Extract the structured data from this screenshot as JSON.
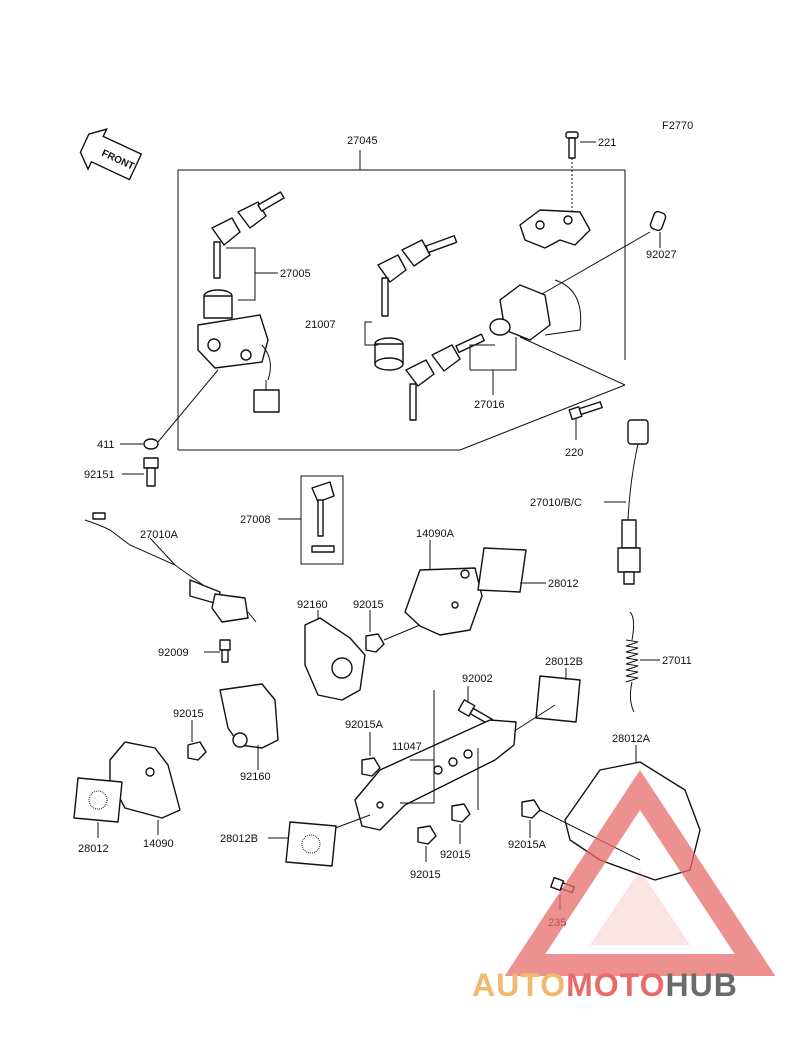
{
  "diagram": {
    "figure_code": "F2770",
    "front_label": "FRONT",
    "callouts": [
      {
        "id": "c27045",
        "text": "27045"
      },
      {
        "id": "c221",
        "text": "221"
      },
      {
        "id": "c92027",
        "text": "92027"
      },
      {
        "id": "c27005",
        "text": "27005"
      },
      {
        "id": "c21007",
        "text": "21007"
      },
      {
        "id": "c27016",
        "text": "27016"
      },
      {
        "id": "c411",
        "text": "411"
      },
      {
        "id": "c92151",
        "text": "92151"
      },
      {
        "id": "c220",
        "text": "220"
      },
      {
        "id": "c27008",
        "text": "27008"
      },
      {
        "id": "c27010bc",
        "text": "27010/B/C"
      },
      {
        "id": "c27010a",
        "text": "27010A"
      },
      {
        "id": "c14090a",
        "text": "14090A"
      },
      {
        "id": "c28012top",
        "text": "28012"
      },
      {
        "id": "c92160top",
        "text": "92160"
      },
      {
        "id": "c92015top",
        "text": "92015"
      },
      {
        "id": "c92009",
        "text": "92009"
      },
      {
        "id": "c27011",
        "text": "27011"
      },
      {
        "id": "c28012b_top",
        "text": "28012B"
      },
      {
        "id": "c92002",
        "text": "92002"
      },
      {
        "id": "c92015left",
        "text": "92015"
      },
      {
        "id": "c92015a_mid",
        "text": "92015A"
      },
      {
        "id": "c11047",
        "text": "11047"
      },
      {
        "id": "c28012a",
        "text": "28012A"
      },
      {
        "id": "c92160bot",
        "text": "92160"
      },
      {
        "id": "c28012bot",
        "text": "28012"
      },
      {
        "id": "c14090",
        "text": "14090"
      },
      {
        "id": "c28012b_bot",
        "text": "28012B"
      },
      {
        "id": "c92015bot1",
        "text": "92015"
      },
      {
        "id": "c92015bot2",
        "text": "92015"
      },
      {
        "id": "c92015a_right",
        "text": "92015A"
      },
      {
        "id": "c235",
        "text": "235"
      }
    ]
  },
  "watermark": {
    "part1": "AUTO",
    "part2": "MOTO",
    "part3": "HUB",
    "colors": {
      "auto": "#f2b86e",
      "moto": "#e86b6b",
      "hub": "#6b6b6b",
      "triangle": "#e86b6b"
    }
  }
}
